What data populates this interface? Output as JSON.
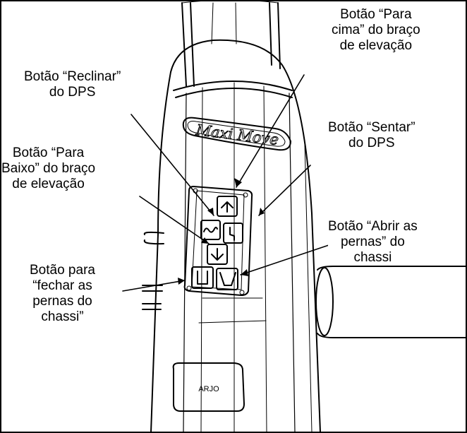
{
  "labels": {
    "up_button": "Botão “Para\ncima” do braço\nde elevação",
    "recline_button": "Botão “Reclinar”\ndo DPS",
    "sit_button": "Botão “Sentar”\ndo DPS",
    "down_button": "Botão “Para\nBaixo” do braço\nde elevação",
    "open_legs_button": "Botão “Abrir as\npernas” do\nchassi",
    "close_legs_button": "Botão para\n“fechar as\npernas do\nchassi”"
  },
  "device": {
    "brand_plate": "Maxi Move",
    "logo": "ARJO"
  },
  "colors": {
    "ink": "#000000",
    "paper": "#ffffff"
  }
}
